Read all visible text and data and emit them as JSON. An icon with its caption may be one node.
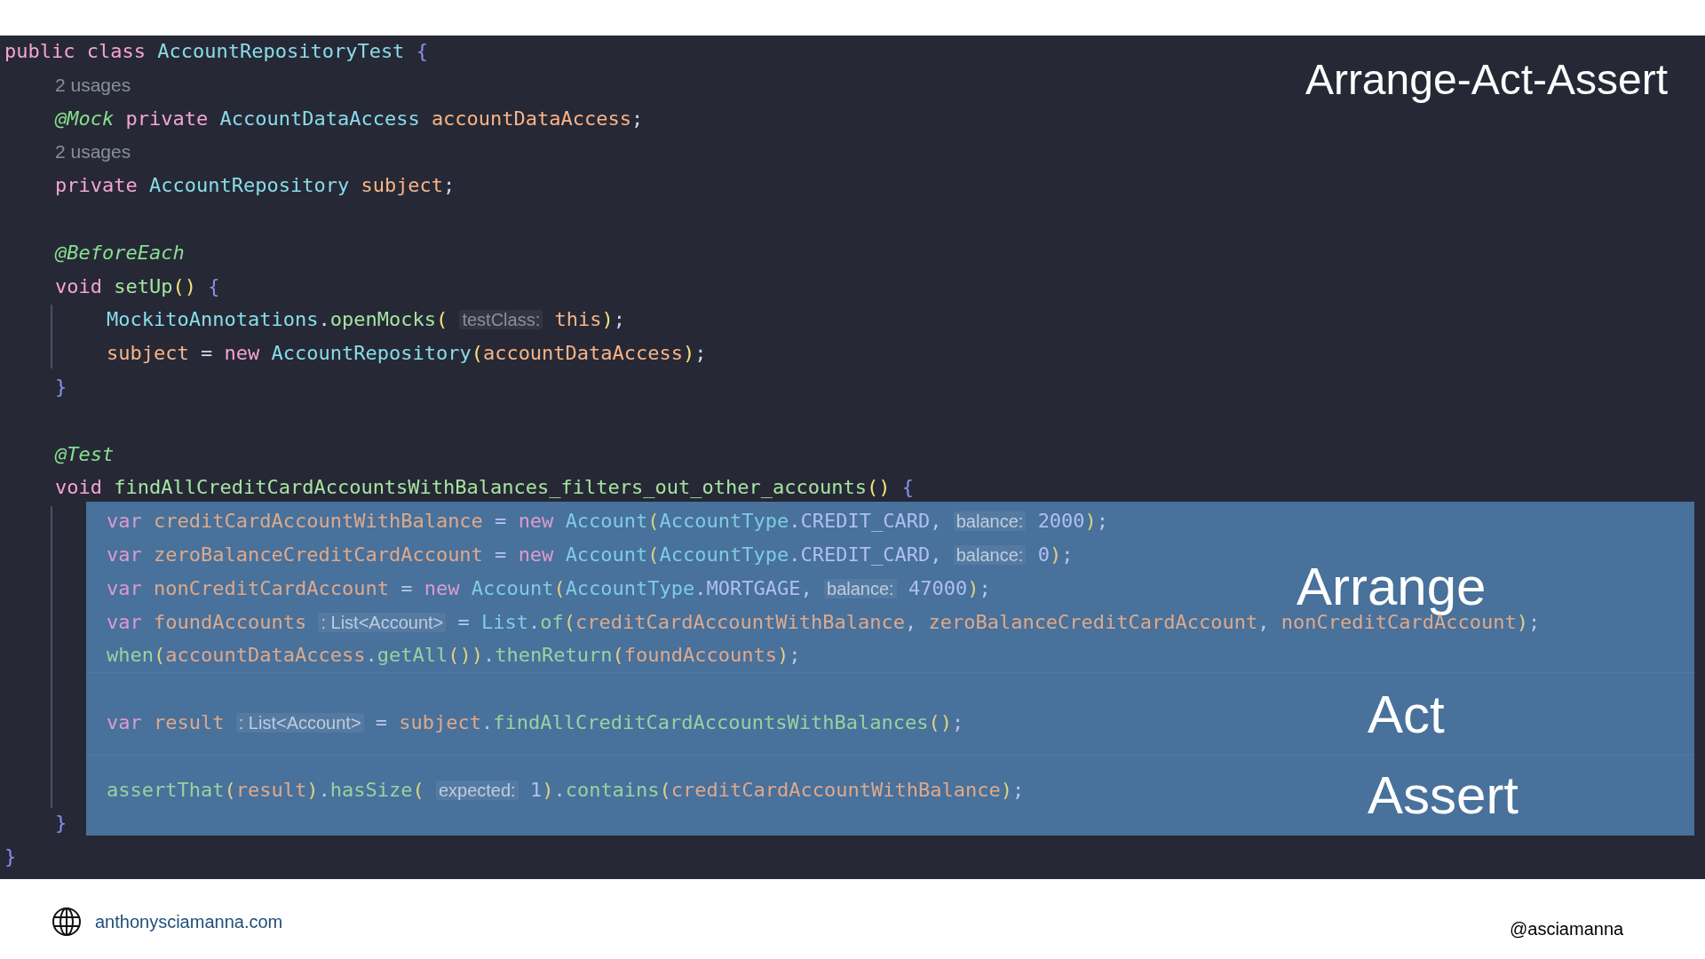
{
  "diagram": {
    "title": "Arrange-Act-Assert",
    "nodes": [
      {
        "text": [
          "Arrange"
        ]
      },
      {
        "text": [
          "Act"
        ]
      },
      {
        "text": [
          "Assert"
        ]
      }
    ],
    "labels": [
      "public class AccountRepositoryTest {",
      "2 usages",
      "@Mock private AccountDataAccess accountDataAccess;",
      "2 usages",
      "private AccountRepository subject;",
      "@BeforeEach",
      "void setUp() {",
      "MockitoAnnotations.openMocks( testClass: this);",
      "subject = new AccountRepository(accountDataAccess);",
      "}",
      "@Test",
      "void findAllCreditCardAccountsWithBalances_filters_out_other_accounts() {",
      "var creditCardAccountWithBalance = new Account(AccountType.CREDIT_CARD, balance: 2000);",
      "var zeroBalanceCreditCardAccount = new Account(AccountType.CREDIT_CARD, balance: 0);",
      "var nonCreditCardAccount = new Account(AccountType.MORTGAGE, balance: 47000);",
      "var foundAccounts : List<Account> = List.of(creditCardAccountWithBalance, zeroBalanceCreditCardAccount, nonCreditCardAccount);",
      "when(accountDataAccess.getAll()).thenReturn(foundAccounts);",
      "var result : List<Account> = subject.findAllCreditCardAccountsWithBalances();",
      "assertThat(result).hasSize( expected: 1).contains(creditCardAccountWithBalance);",
      "}",
      "}",
      "anthonysciamanna.com",
      "@asciamanna"
    ]
  }
}
